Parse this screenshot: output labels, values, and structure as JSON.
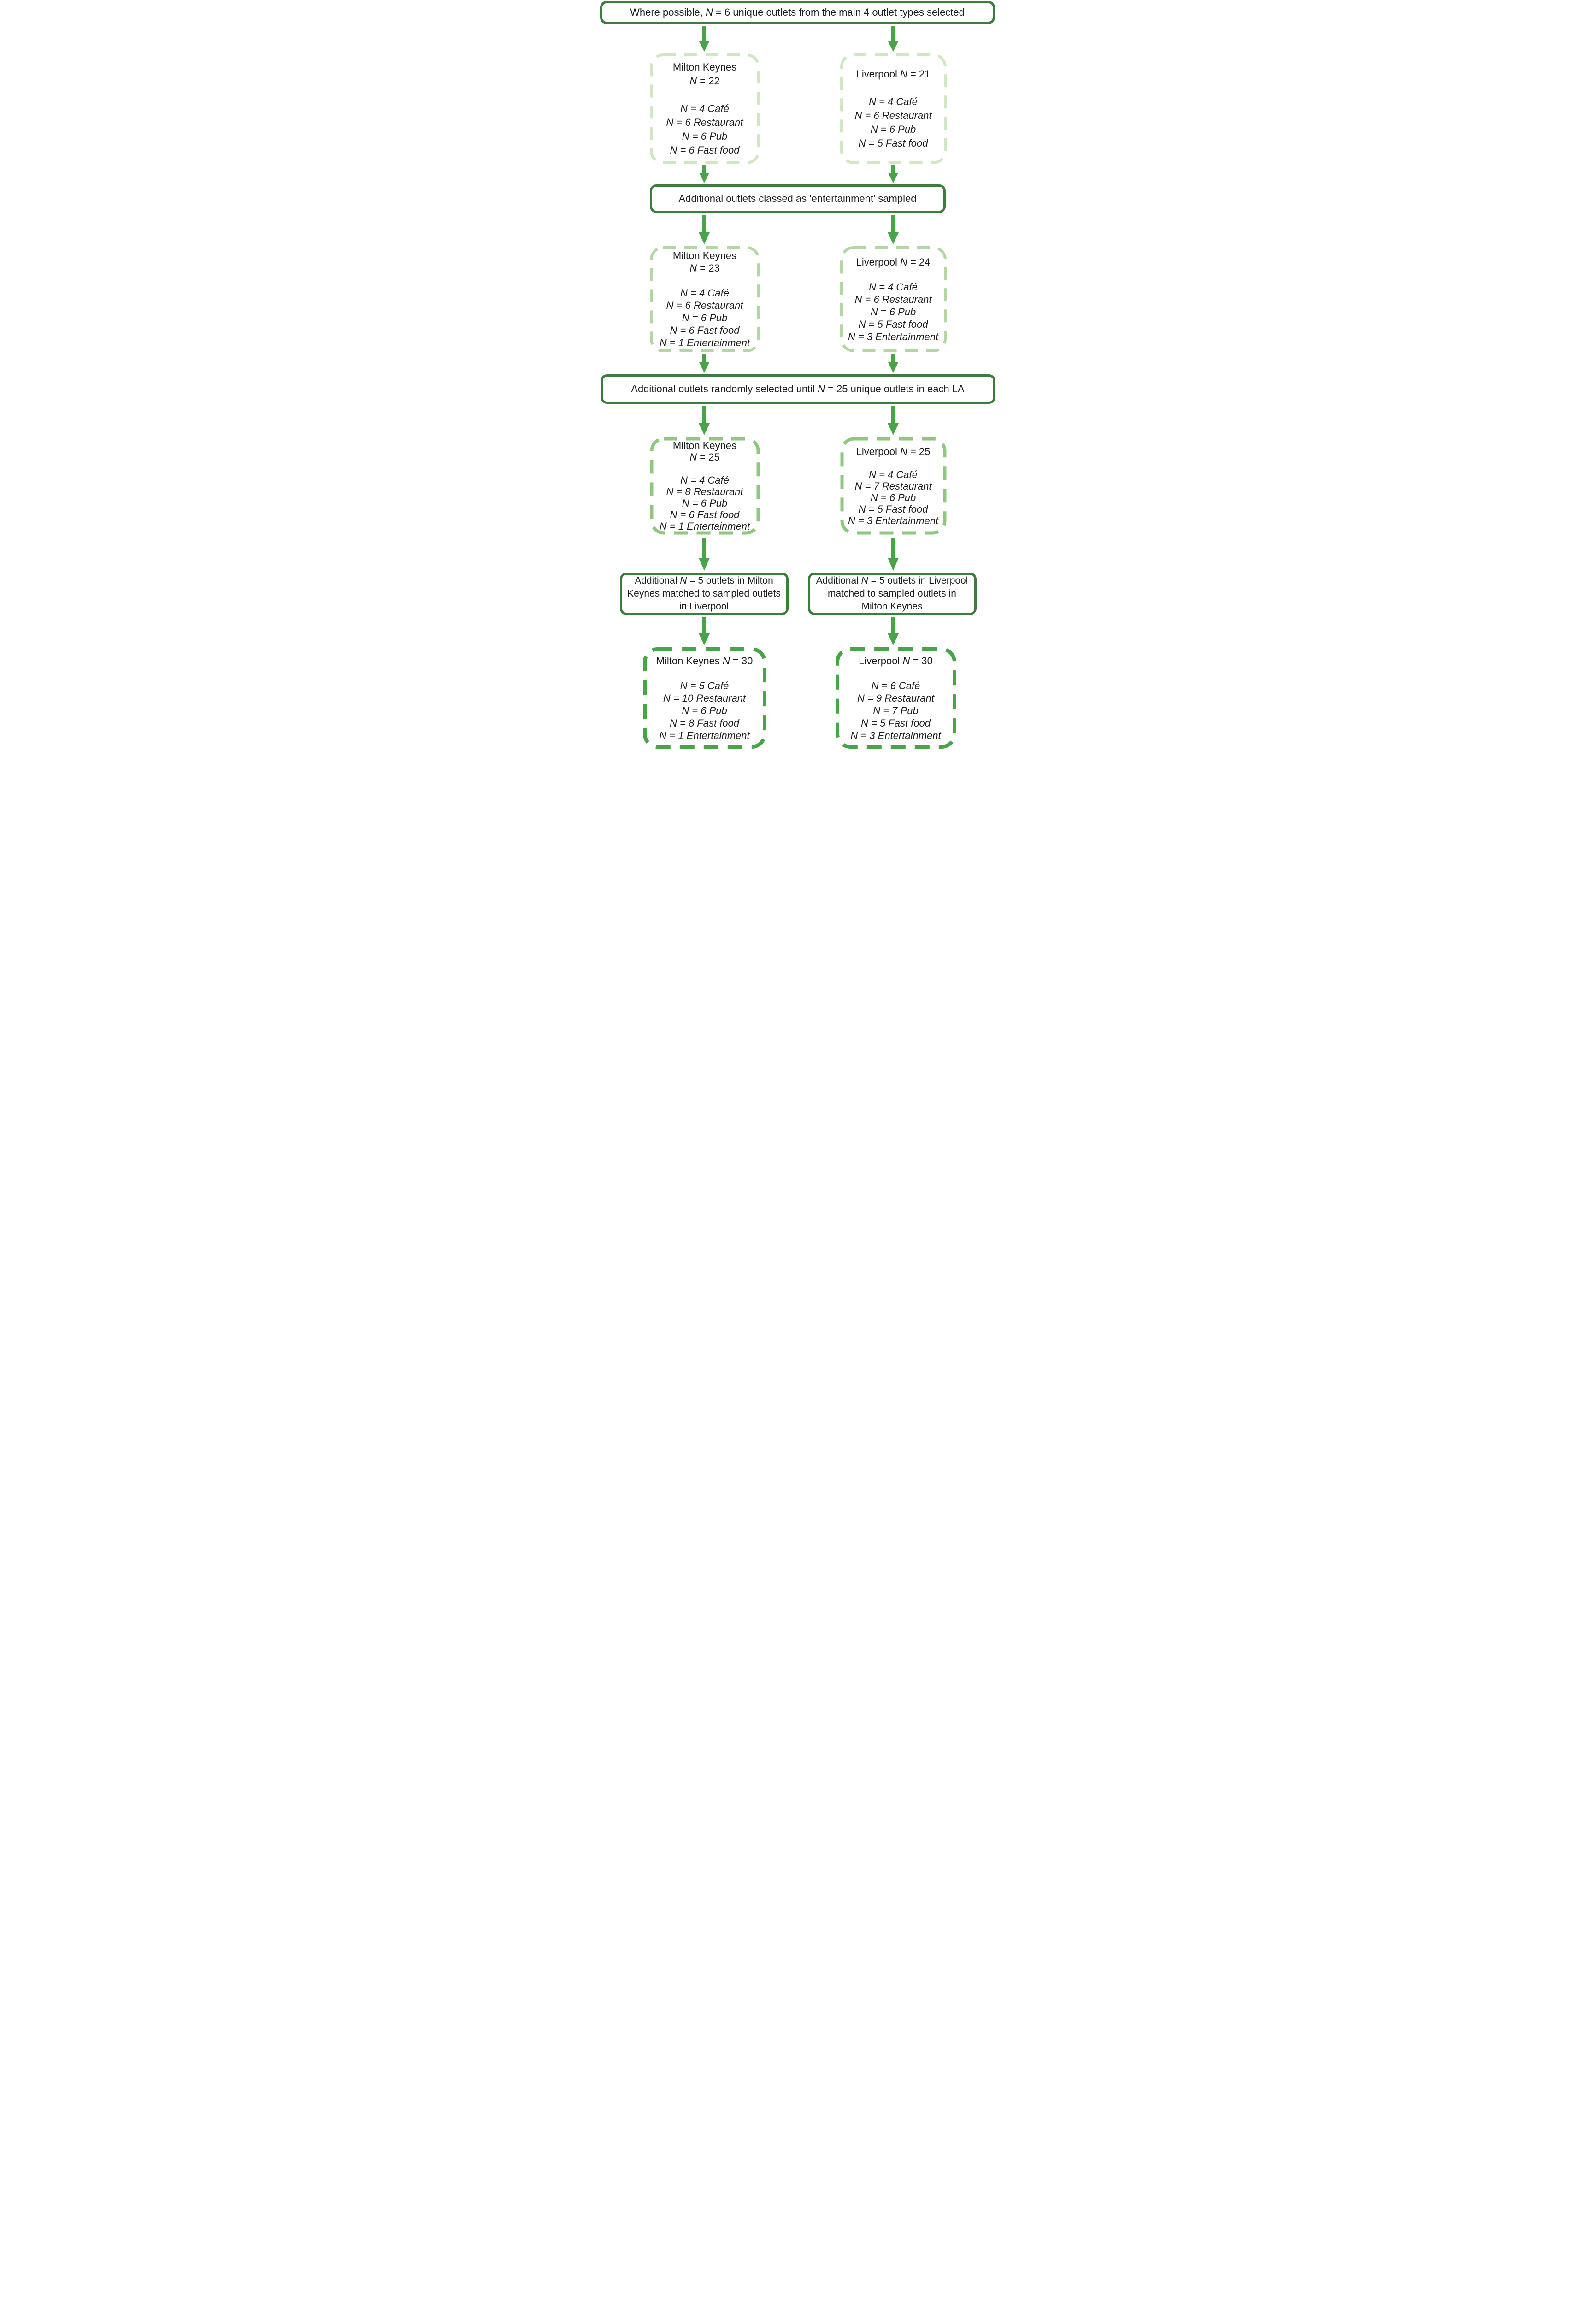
{
  "diagram": {
    "colors": {
      "solid_border": "#3a7d3d",
      "arrow": "#47a447",
      "row1_dash": "#cfe7c3",
      "row2_dash": "#b2d7a2",
      "row3_dash": "#8fc77e",
      "row4_dash": "#47a447",
      "text": "#1c1c1c"
    },
    "top_step": {
      "text": "Where possible, N = 6 unique outlets from the main 4 outlet types selected"
    },
    "row1": {
      "mk": {
        "title": "Milton Keynes",
        "subtitle": "N = 22",
        "items": [
          "N = 4 Café",
          "N = 6 Restaurant",
          "N = 6 Pub",
          "N = 6 Fast food"
        ]
      },
      "liv": {
        "title": "Liverpool N = 21",
        "items": [
          "N = 4 Café",
          "N = 6 Restaurant",
          "N = 6 Pub",
          "N = 5 Fast food"
        ]
      }
    },
    "step2": {
      "text": "Additional outlets classed as 'entertainment' sampled"
    },
    "row2": {
      "mk": {
        "title": "Milton Keynes",
        "subtitle": "N = 23",
        "items": [
          "N = 4 Café",
          "N = 6 Restaurant",
          "N = 6 Pub",
          "N = 6 Fast food",
          "N = 1 Entertainment"
        ]
      },
      "liv": {
        "title": "Liverpool N = 24",
        "items": [
          "N = 4 Café",
          "N = 6 Restaurant",
          "N = 6 Pub",
          "N = 5 Fast food",
          "N = 3 Entertainment"
        ]
      }
    },
    "step3": {
      "text": "Additional outlets randomly selected until N = 25 unique outlets in each LA"
    },
    "row3": {
      "mk": {
        "title": "Milton Keynes",
        "subtitle": "N = 25",
        "items": [
          "N = 4 Café",
          "N = 8 Restaurant",
          "N = 6 Pub",
          "N = 6 Fast food",
          "N = 1 Entertainment"
        ]
      },
      "liv": {
        "title": "Liverpool N = 25",
        "items": [
          "N = 4 Café",
          "N = 7 Restaurant",
          "N = 6 Pub",
          "N = 5 Fast food",
          "N = 3 Entertainment"
        ]
      }
    },
    "step4": {
      "mk": {
        "text": "Additional N = 5 outlets in Milton Keynes matched to sampled outlets in Liverpool"
      },
      "liv": {
        "text": "Additional N = 5 outlets in Liverpool matched to sampled outlets in Milton Keynes"
      }
    },
    "row4": {
      "mk": {
        "title": "Milton Keynes N = 30",
        "items": [
          "N = 5 Café",
          "N = 10 Restaurant",
          "N = 6 Pub",
          "N = 8 Fast food",
          "N = 1 Entertainment"
        ]
      },
      "liv": {
        "title": "Liverpool N = 30",
        "items": [
          "N = 6 Café",
          "N = 9 Restaurant",
          "N = 7 Pub",
          "N = 5 Fast food",
          "N = 3 Entertainment"
        ]
      }
    }
  }
}
